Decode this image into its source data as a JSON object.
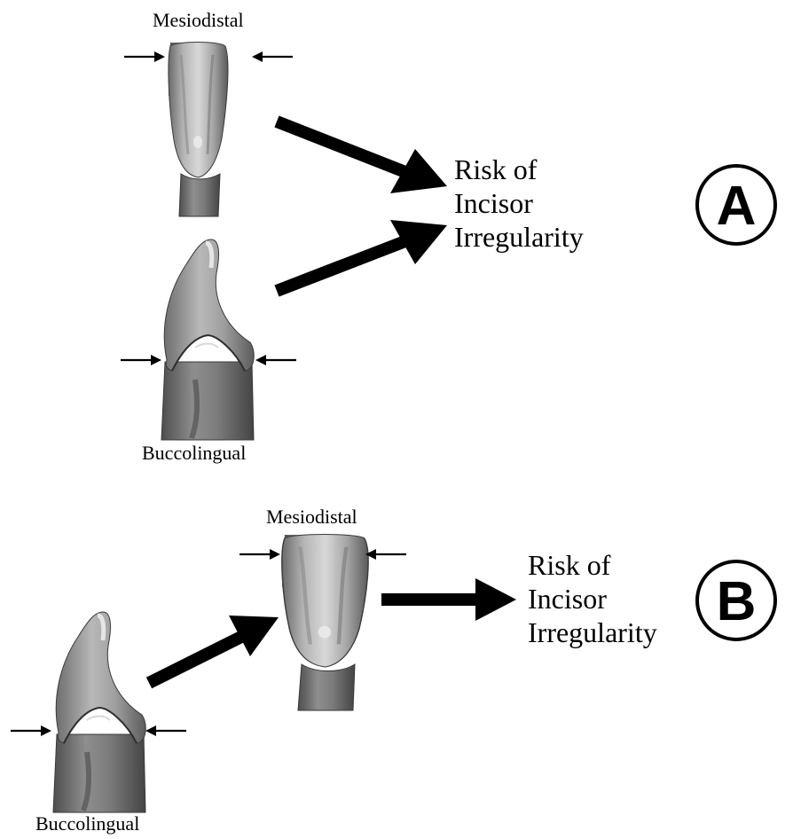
{
  "panel_a": {
    "letter": "A",
    "top_tooth_label": "Mesiodistal",
    "bottom_tooth_label": "Buccolingual",
    "outcome_line1": "Risk of",
    "outcome_line2": "Incisor",
    "outcome_line3": "Irregularity"
  },
  "panel_b": {
    "letter": "B",
    "upper_tooth_label": "Mesiodistal",
    "lower_tooth_label": "Buccolingual",
    "outcome_line1": "Risk of",
    "outcome_line2": "Incisor",
    "outcome_line3": "Irregularity"
  },
  "colors": {
    "tooth_light": "#e2e2e2",
    "tooth_mid": "#a8a8a8",
    "tooth_dark": "#5e5e5e",
    "root": "#7a7a7a",
    "ink": "#000000"
  }
}
